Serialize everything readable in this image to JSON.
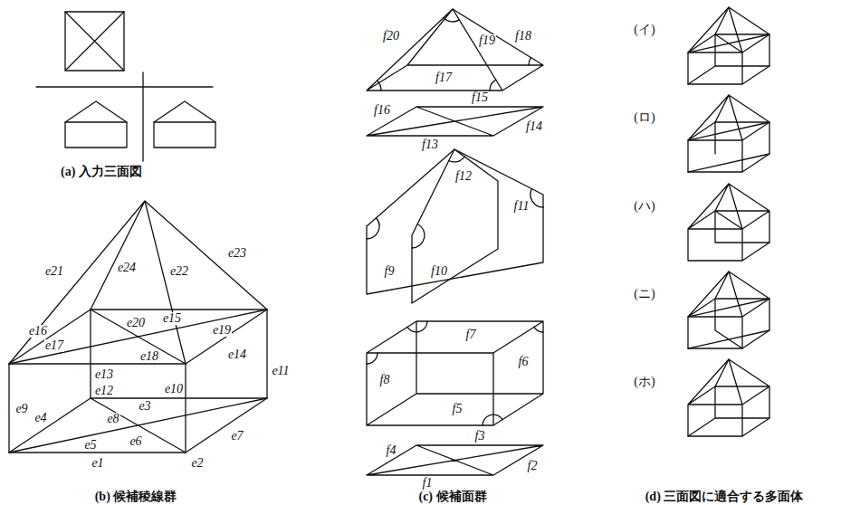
{
  "diagram": {
    "labels": [
      "(a) 入力三面図",
      "e23",
      "e21",
      "e24",
      "e22",
      "e15",
      "e20",
      "e16",
      "e17",
      "e19",
      "e18",
      "e14",
      "e11",
      "e13",
      "e10",
      "e12",
      "e9",
      "e3",
      "e8",
      "e4",
      "e7",
      "e5",
      "e6",
      "e1",
      "e2",
      "(b) 候補稜線群",
      "f20",
      "f19",
      "f18",
      "f17",
      "f16",
      "f15",
      "f14",
      "f13",
      "f12",
      "f11",
      "f9",
      "f10",
      "f7",
      "f6",
      "f8",
      "f5",
      "f4",
      "f3",
      "f2",
      "f1",
      "(c) 候補面群",
      "(イ)",
      "(ロ)",
      "(ハ)",
      "(ニ)",
      "(ホ)",
      "(d) 三面図に適合する多面体"
    ]
  }
}
